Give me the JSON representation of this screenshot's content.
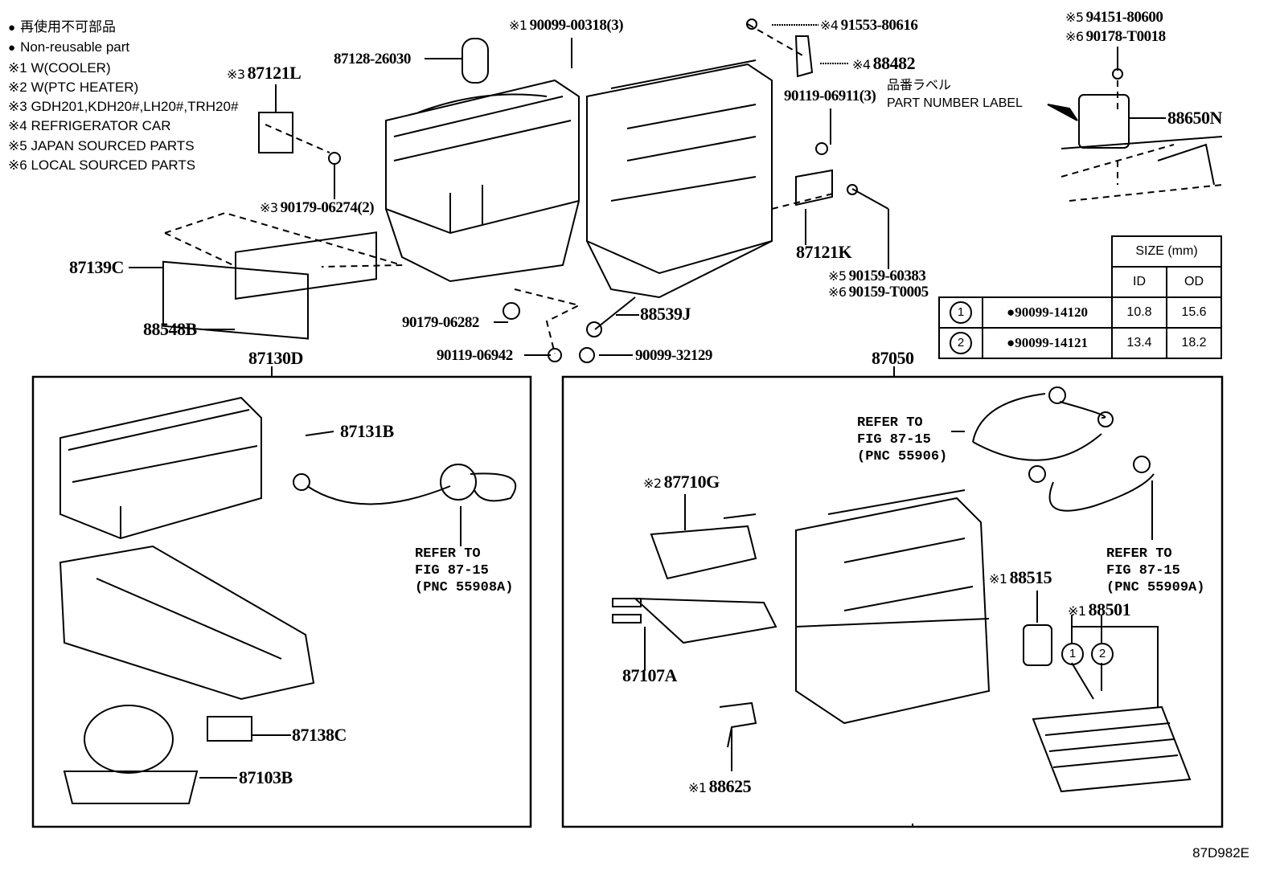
{
  "legend": {
    "items": [
      {
        "mark": "●",
        "text": "再使用不可部品"
      },
      {
        "mark": "●",
        "text": "Non-reusable part"
      },
      {
        "mark": "※1",
        "text": "W(COOLER)"
      },
      {
        "mark": "※2",
        "text": "W(PTC HEATER)"
      },
      {
        "mark": "※3",
        "text": "GDH201,KDH20#,LH20#,TRH20#"
      },
      {
        "mark": "※4",
        "text": "REFRIGERATOR CAR"
      },
      {
        "mark": "※5",
        "text": "JAPAN SOURCED PARTS"
      },
      {
        "mark": "※6",
        "text": "LOCAL SOURCED PARTS"
      }
    ]
  },
  "parts": {
    "p87128": {
      "mark": "",
      "number": "87128-26030"
    },
    "p90099_00318": {
      "mark": "※1",
      "number": "90099-00318(3)"
    },
    "p91553": {
      "mark": "※4",
      "number": "91553-80616"
    },
    "p88482": {
      "mark": "※4",
      "number": "88482"
    },
    "p90119_06911": {
      "mark": "",
      "number": "90119-06911(3)"
    },
    "p87121L": {
      "mark": "※3",
      "number": "87121L"
    },
    "p90179_06274": {
      "mark": "※3",
      "number": "90179-06274(2)"
    },
    "p87121K": {
      "mark": "",
      "number": "87121K"
    },
    "p90159_60383": {
      "mark": "※5",
      "number": "90159-60383"
    },
    "p90159_T0005": {
      "mark": "※6",
      "number": "90159-T0005"
    },
    "p94151": {
      "mark": "※5",
      "number": "94151-80600"
    },
    "p90178": {
      "mark": "※6",
      "number": "90178-T0018"
    },
    "p88650N": {
      "mark": "",
      "number": "88650N"
    },
    "p87139C": {
      "mark": "",
      "number": "87139C"
    },
    "p88548B": {
      "mark": "",
      "number": "88548B"
    },
    "p90179_06282": {
      "mark": "",
      "number": "90179-06282"
    },
    "p88539J": {
      "mark": "",
      "number": "88539J"
    },
    "p90119_06942": {
      "mark": "",
      "number": "90119-06942"
    },
    "p90099_32129": {
      "mark": "",
      "number": "90099-32129"
    },
    "p87130D": {
      "mark": "",
      "number": "87130D"
    },
    "p87050": {
      "mark": "",
      "number": "87050"
    },
    "p87131B": {
      "mark": "",
      "number": "87131B"
    },
    "p87138C": {
      "mark": "",
      "number": "87138C"
    },
    "p87103B": {
      "mark": "",
      "number": "87103B"
    },
    "p87710G": {
      "mark": "※2",
      "number": "87710G"
    },
    "p87107A": {
      "mark": "",
      "number": "87107A"
    },
    "p88515": {
      "mark": "※1",
      "number": "88515"
    },
    "p88501": {
      "mark": "※1",
      "number": "88501"
    },
    "p88625": {
      "mark": "※1",
      "number": "88625"
    }
  },
  "part_number_label": {
    "jp": "品番ラベル",
    "en": "PART NUMBER LABEL"
  },
  "refers": {
    "r55908A": "REFER TO\nFIG 87-15\n(PNC 55908A)",
    "r55906": "REFER TO\nFIG 87-15\n(PNC 55906)",
    "r55909A": "REFER TO\nFIG 87-15\n(PNC 55909A)"
  },
  "size_table": {
    "header": "SIZE (mm)",
    "col_id": "ID",
    "col_od": "OD",
    "rows": [
      {
        "index": "1",
        "part": "●90099-14120",
        "id": "10.8",
        "od": "15.6"
      },
      {
        "index": "2",
        "part": "●90099-14121",
        "id": "13.4",
        "od": "18.2"
      }
    ]
  },
  "callout_circles": {
    "c1": "1",
    "c2": "2"
  },
  "illustration_code": "87D982E"
}
